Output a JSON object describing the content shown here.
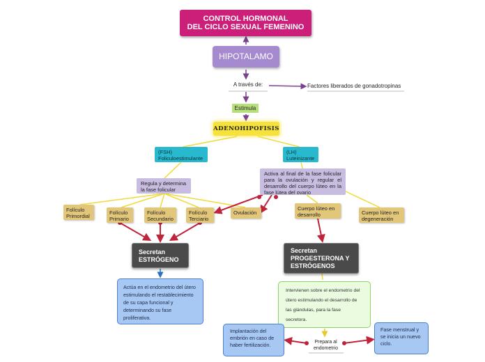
{
  "title": {
    "line1": "CONTROL HORMONAL",
    "line2": "DEL CICLO SEXUAL FEMENINO"
  },
  "nodes": {
    "hipotalamo": "HIPOTALAMO",
    "a_traves": "A través de:",
    "factores": "Factores liberados de gonadotropinas",
    "estimula": "Estimula",
    "adenohipofisis": "ADENOHIPOFISIS",
    "fsh": {
      "line1": "(FSH)",
      "line2": "Foliculoestimulante"
    },
    "lh": {
      "line1": "(LH)",
      "line2": "Luteinizante"
    },
    "regula": "Regula y determina la fase folicular",
    "activa": "Activa al final de la fase folicular para la ovulación y regular el desarrollo del cuerpo lúteo en la fase lútea del ovario",
    "foliculo_primordial": "Folículo Primordial",
    "foliculo_primario": "Folículo Primario",
    "foliculo_secundario": "Folículo Secundario",
    "foliculo_terciario": "Folículo Terciario",
    "ovulacion": "Ovulación",
    "cuerpo_luteo": "Cuerpo lúteo en desarrollo",
    "cuerpo_degeneracion": "Cuerpo lúteo en degeneración",
    "secretan_estrogeno": {
      "line1": "Secretan",
      "line2": "ESTRÓGENO"
    },
    "secretan_progesterona": {
      "line1": "Secretan",
      "line2": "PROGESTERONA Y",
      "line3": "ESTRÓGENOS"
    },
    "actua": "Actúa en el endometrio del útero estimulando el restablecimiento de su capa funcional y determinando su fase proliferativa.",
    "intervienen": "Intervienen sobre el endometrio del útero estimulando el desarrollo de las glándulas, para la fase secretora.",
    "implantacion": "Implantación del embrión en caso de haber fertilización.",
    "fase_menstrual": "Fase menstrual y se inicia un nuevo ciclo.",
    "prepara": {
      "line1": "Prepara al",
      "line2": "endometrio"
    }
  },
  "colors": {
    "purple_arrow": "#7b3f8f",
    "yellow_line": "#f1d93a",
    "red_arrow": "#c0233c",
    "blue_arrow": "#2a6fbf",
    "title_bg": "#cc1f7a"
  }
}
